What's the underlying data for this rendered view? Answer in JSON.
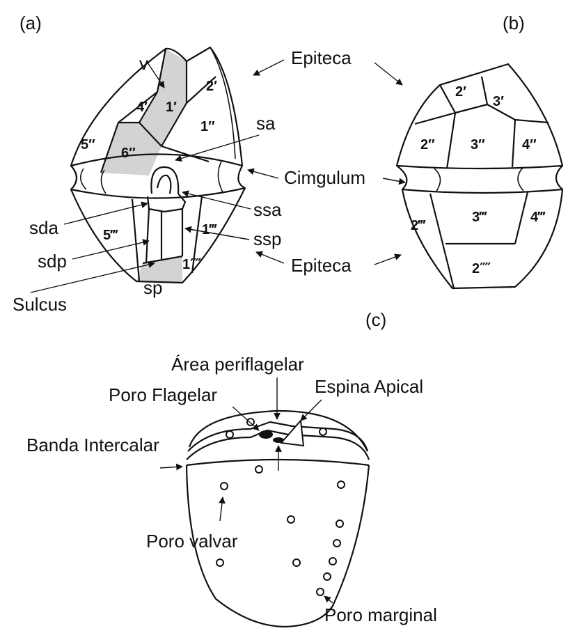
{
  "panels": {
    "a": "(a)",
    "b": "(b)",
    "c": "(c)"
  },
  "labels": {
    "v": "v",
    "epiteca_top": "Epiteca",
    "epiteca_bottom": "Epiteca",
    "cimgulum": "Cimgulum",
    "sa": "sa",
    "ssa": "ssa",
    "ssp": "ssp",
    "sda": "sda",
    "sdp": "sdp",
    "sp": "sp",
    "sulcus": "Sulcus",
    "area_periflagelar": "Área periflagelar",
    "poro_flagelar": "Poro Flagelar",
    "espina_apical": "Espina Apical",
    "banda_intercalar": "Banda Intercalar",
    "poro_valvar": "Poro valvar",
    "poro_marginal": "Poro marginal"
  },
  "plates_a": {
    "p2p": "2′",
    "p4p": "4′",
    "p1p": "1′",
    "p1pp": "1″",
    "p5pp": "5″",
    "p6pp": "6″",
    "p5ppp": "5‴",
    "p1ppp": "1‴",
    "p1pppp": "1⁗"
  },
  "plates_b": {
    "p2p": "2′",
    "p3p": "3′",
    "p2pp": "2″",
    "p3pp": "3″",
    "p4pp": "4″",
    "p2ppp": "2‴",
    "p3ppp": "3‴",
    "p4ppp": "4‴",
    "p2pppp": "2⁗"
  },
  "colors": {
    "shaded_plate": "#d3d3d3",
    "ink": "#111111"
  }
}
